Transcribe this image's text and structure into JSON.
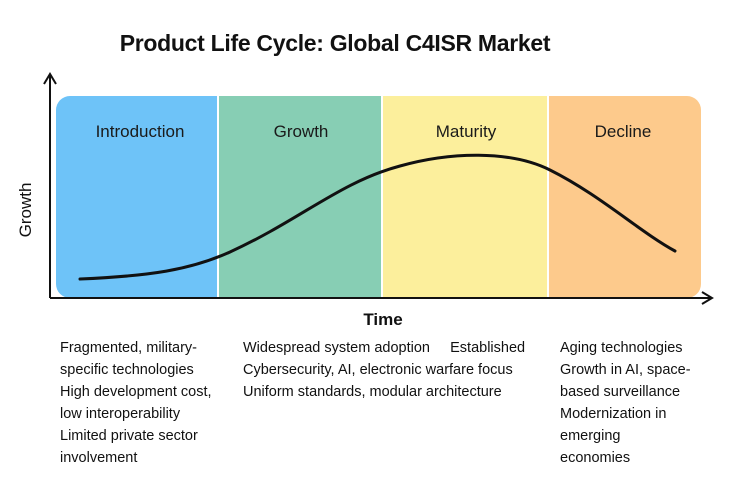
{
  "title": "Product Life Cycle: Global C4ISR Market",
  "axes": {
    "y_label": "Growth",
    "x_label": "Time"
  },
  "stages": [
    {
      "label": "Introduction",
      "color": "#6ec3f8"
    },
    {
      "label": "Growth",
      "color": "#87ceb4"
    },
    {
      "label": "Maturity",
      "color": "#fcef9c"
    },
    {
      "label": "Decline",
      "color": "#fdca8c"
    }
  ],
  "notes": {
    "introduction": [
      "Fragmented, military-",
      "specific technologies",
      "High development cost,",
      "low interoperability",
      "Limited private sector",
      "involvement"
    ],
    "growth_maturity": [
      "Widespread system adoption     Established",
      "Cybersecurity, AI, electronic warfare focus",
      "Uniform standards, modular architecture"
    ],
    "decline": [
      "Aging technologies",
      "Growth in AI, space-",
      "based surveillance",
      "Modernization in",
      "emerging",
      "economies"
    ]
  }
}
